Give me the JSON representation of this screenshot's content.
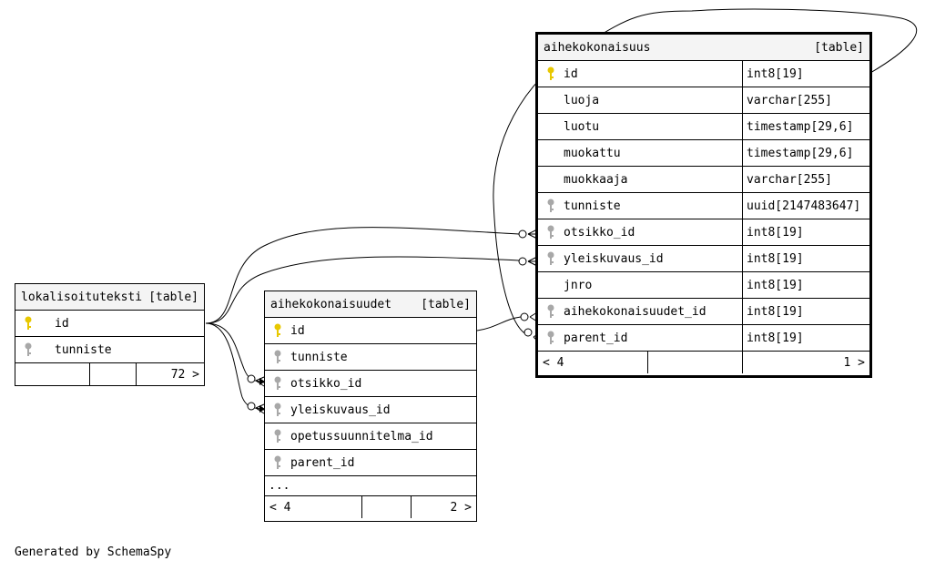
{
  "tables": {
    "lokalisoituteksti": {
      "name": "lokalisoituteksti",
      "tag": "[table]",
      "columns": [
        {
          "name": "id",
          "key": "primary"
        },
        {
          "name": "tunniste",
          "key": "index"
        }
      ],
      "footer": {
        "left": "",
        "middle": "",
        "right": "72 >"
      }
    },
    "aihekokonaisuudet": {
      "name": "aihekokonaisuudet",
      "tag": "[table]",
      "columns": [
        {
          "name": "id",
          "key": "primary"
        },
        {
          "name": "tunniste",
          "key": "index"
        },
        {
          "name": "otsikko_id",
          "key": "index"
        },
        {
          "name": "yleiskuvaus_id",
          "key": "index"
        },
        {
          "name": "opetussuunnitelma_id",
          "key": "index"
        },
        {
          "name": "parent_id",
          "key": "index"
        }
      ],
      "more": "...",
      "footer": {
        "left": "< 4",
        "middle": "",
        "right": "2 >"
      }
    },
    "aihekokonaisuus": {
      "name": "aihekokonaisuus",
      "tag": "[table]",
      "columns": [
        {
          "name": "id",
          "type": "int8[19]",
          "key": "primary"
        },
        {
          "name": "luoja",
          "type": "varchar[255]",
          "key": "none"
        },
        {
          "name": "luotu",
          "type": "timestamp[29,6]",
          "key": "none"
        },
        {
          "name": "muokattu",
          "type": "timestamp[29,6]",
          "key": "none"
        },
        {
          "name": "muokkaaja",
          "type": "varchar[255]",
          "key": "none"
        },
        {
          "name": "tunniste",
          "type": "uuid[2147483647]",
          "key": "index"
        },
        {
          "name": "otsikko_id",
          "type": "int8[19]",
          "key": "index"
        },
        {
          "name": "yleiskuvaus_id",
          "type": "int8[19]",
          "key": "index"
        },
        {
          "name": "jnro",
          "type": "int8[19]",
          "key": "none"
        },
        {
          "name": "aihekokonaisuudet_id",
          "type": "int8[19]",
          "key": "index"
        },
        {
          "name": "parent_id",
          "type": "int8[19]",
          "key": "index"
        }
      ],
      "footer": {
        "left": "< 4",
        "middle": "",
        "right": "1 >"
      }
    }
  },
  "colors": {
    "primary_key": "#e8c800",
    "index_key": "#a8a8a8",
    "header_bg": "#f4f4f4"
  },
  "credit": "Generated by SchemaSpy"
}
